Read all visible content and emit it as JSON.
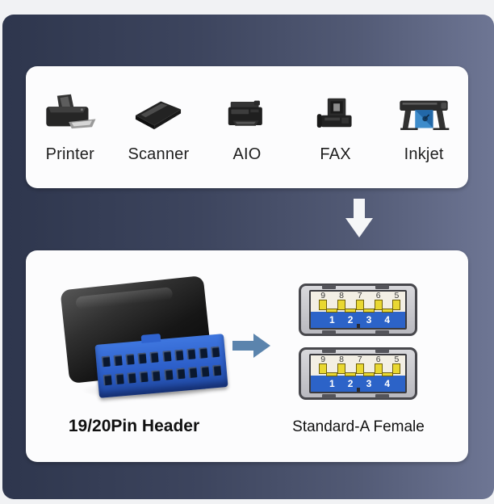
{
  "devices_panel": {
    "items": [
      {
        "label": "Printer",
        "icon": "printer-icon"
      },
      {
        "label": "Scanner",
        "icon": "scanner-icon"
      },
      {
        "label": "AIO",
        "icon": "aio-icon"
      },
      {
        "label": "FAX",
        "icon": "fax-icon"
      },
      {
        "label": "Inkjet",
        "icon": "inkjet-icon"
      }
    ]
  },
  "connector_panel": {
    "header_label": "19/20Pin Header",
    "usb_label": "Standard-A Female",
    "usb_ports": [
      {
        "top_pins": [
          "9",
          "8",
          "7",
          "6",
          "5"
        ],
        "bottom_pins": [
          "1",
          "2",
          "3",
          "4"
        ]
      },
      {
        "top_pins": [
          "9",
          "8",
          "7",
          "6",
          "5"
        ],
        "bottom_pins": [
          "1",
          "2",
          "3",
          "4"
        ]
      }
    ]
  },
  "colors": {
    "panel_gradient_start": "#2e364d",
    "panel_gradient_end": "#6e7694",
    "card_bg": "#fcfcfd",
    "usb_tongue_blue": "#2c63c8",
    "pin_yellow": "#e9d832",
    "socket_blue": "#2c5ec8",
    "right_arrow_blue": "#5b84ad",
    "down_arrow_white": "#f5f6f8",
    "label_text": "#101010"
  }
}
